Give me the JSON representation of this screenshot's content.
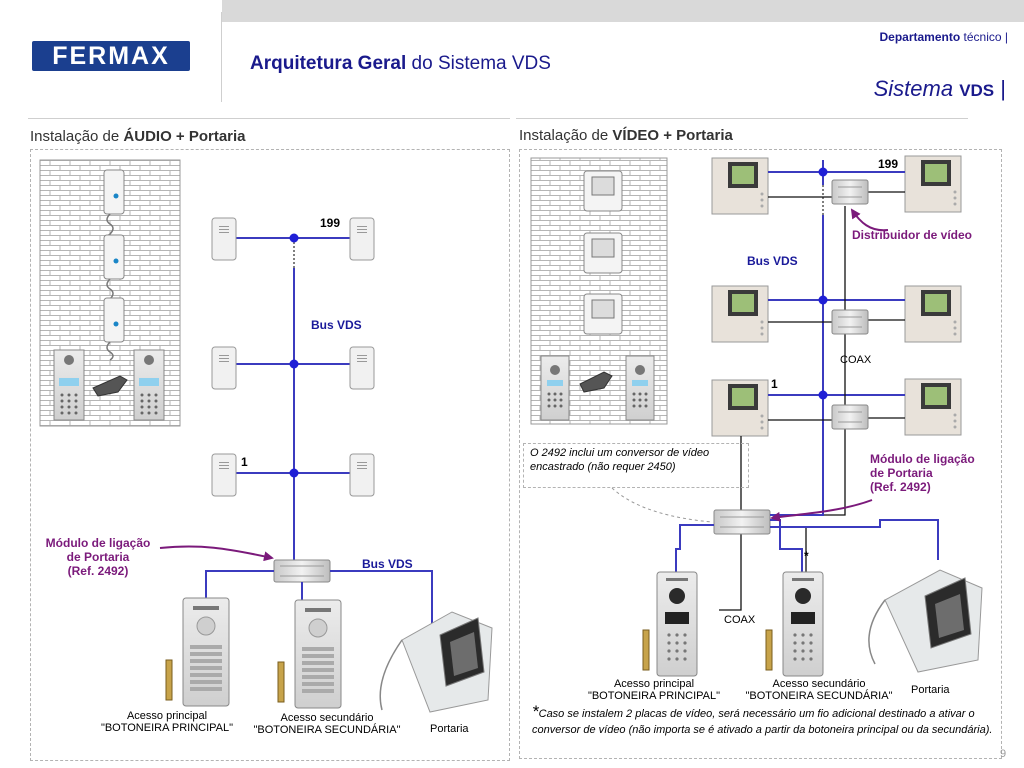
{
  "header": {
    "logo_text": "FERMAX",
    "title_bold": "Arquitetura Geral",
    "title_rest": "do Sistema VDS",
    "department_bold": "Departamento",
    "department_rest": "técnico |",
    "system_italic": "Sistema",
    "system_bold": "VDS",
    "system_bar": "|"
  },
  "audio": {
    "heading_prefix": "Instalação de",
    "heading_bold": "ÁUDIO + Portaria",
    "floor_top_label": "199",
    "floor_bottom_label": "1",
    "bus_label_riser": "Bus VDS",
    "bus_label_bottom": "Bus VDS",
    "module_label": [
      "Módulo de ligação",
      "de Portaria",
      "(Ref. 2492)"
    ],
    "panel_main": [
      "Acesso principal",
      "\"BOTONEIRA PRINCIPAL\""
    ],
    "panel_secondary": [
      "Acesso secundário",
      "\"BOTONEIRA SECUNDÁRIA\""
    ],
    "porter_label": "Portaria"
  },
  "video": {
    "heading_prefix": "Instalação de",
    "heading_bold": "VÍDEO + Portaria",
    "floor_top_label": "199",
    "floor_bottom_label": "1",
    "distributor_label": "Distribuidor de vídeo",
    "bus_label": "Bus VDS",
    "coax_label_top": "COAX",
    "coax_label_bottom": "COAX",
    "module_label": [
      "Módulo de ligação",
      "de Portaria",
      "(Ref. 2492)"
    ],
    "note_2492": "O 2492 inclui um conversor de vídeo encastrado (não requer 2450)",
    "asterisk_mark": "*",
    "panel_main": [
      "Acesso principal",
      "\"BOTONEIRA PRINCIPAL\""
    ],
    "panel_secondary": [
      "Acesso secundário",
      "\"BOTONEIRA SECUNDÁRIA\""
    ],
    "porter_label": "Portaria",
    "footnote_star": "*",
    "footnote_text": "Caso se instalem 2 placas de vídeo, será necessário um fio adicional destinado a ativar o conversor de vídeo (não importa se é ativado a partir da botoneira principal ou da secundária)."
  },
  "page_number": "9",
  "colors": {
    "bus": "#3b3bbf",
    "node": "#1f1fd6",
    "wire": "#111111",
    "accent_purple": "#7b1a7b",
    "logo_blue": "#1b3f8f",
    "header_blue": "#1a1a8c"
  }
}
